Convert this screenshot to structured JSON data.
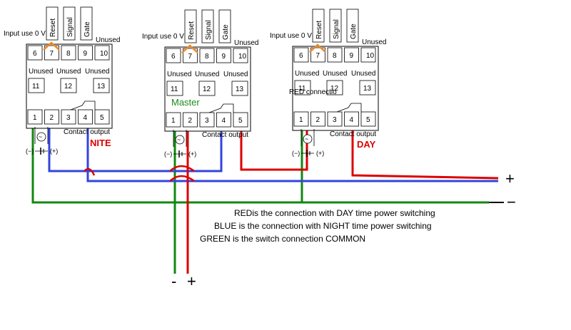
{
  "relays": [
    {
      "input_label": "Input use 0 V",
      "top_boxes": [
        "Reset",
        "Signal",
        "Gate"
      ],
      "top_terminals": [
        "6",
        "7",
        "8",
        "9",
        "10"
      ],
      "top_unused": "Unused",
      "mid_unused": [
        "Unused",
        "Unused",
        "Unused"
      ],
      "mid_terminals": [
        "11",
        "12",
        "13"
      ],
      "bottom_terminals": [
        "1",
        "2",
        "3",
        "4",
        "5"
      ],
      "contact_label": "Contact output",
      "tag": "NITE"
    },
    {
      "input_label": "Input use 0 V",
      "top_boxes": [
        "Reset",
        "Signal",
        "Gate"
      ],
      "top_terminals": [
        "6",
        "7",
        "8",
        "9",
        "10"
      ],
      "top_unused": "Unused",
      "mid_unused": [
        "Unused",
        "Unused",
        "Unused"
      ],
      "mid_terminals": [
        "11",
        "12",
        "13"
      ],
      "bottom_terminals": [
        "1",
        "2",
        "3",
        "4",
        "5"
      ],
      "contact_label": "Contact output",
      "tag": "Master"
    },
    {
      "input_label": "Input use 0 V",
      "top_boxes": [
        "Reset",
        "Signal",
        "Gate"
      ],
      "top_terminals": [
        "6",
        "7",
        "8",
        "9",
        "10"
      ],
      "top_unused": "Unused",
      "mid_unused": [
        "Unused",
        "Unused",
        "Unused"
      ],
      "mid_terminals": [
        "11",
        "12",
        "13"
      ],
      "bottom_terminals": [
        "1",
        "2",
        "3",
        "4",
        "5"
      ],
      "contact_label": "Contact output",
      "tag": "DAY",
      "overlay_text": "RED        connectio"
    }
  ],
  "supply": {
    "minus": "(−)",
    "plus": "(+)",
    "ac_symbol": "~"
  },
  "legend": [
    "REDis the connection with DAY time power switching",
    "BLUE is the connection with NIGHT time power switching",
    "GREEN is the switch connection COMMON"
  ],
  "outputs": {
    "right_plus": "+",
    "right_minus": "−",
    "bottom_minus": "-",
    "bottom_plus": "+"
  },
  "colors": {
    "red": "#dd0000",
    "blue": "#3344dd",
    "green": "#118811",
    "orange": "#ee8822",
    "tag_green": "#1a8a1a"
  }
}
